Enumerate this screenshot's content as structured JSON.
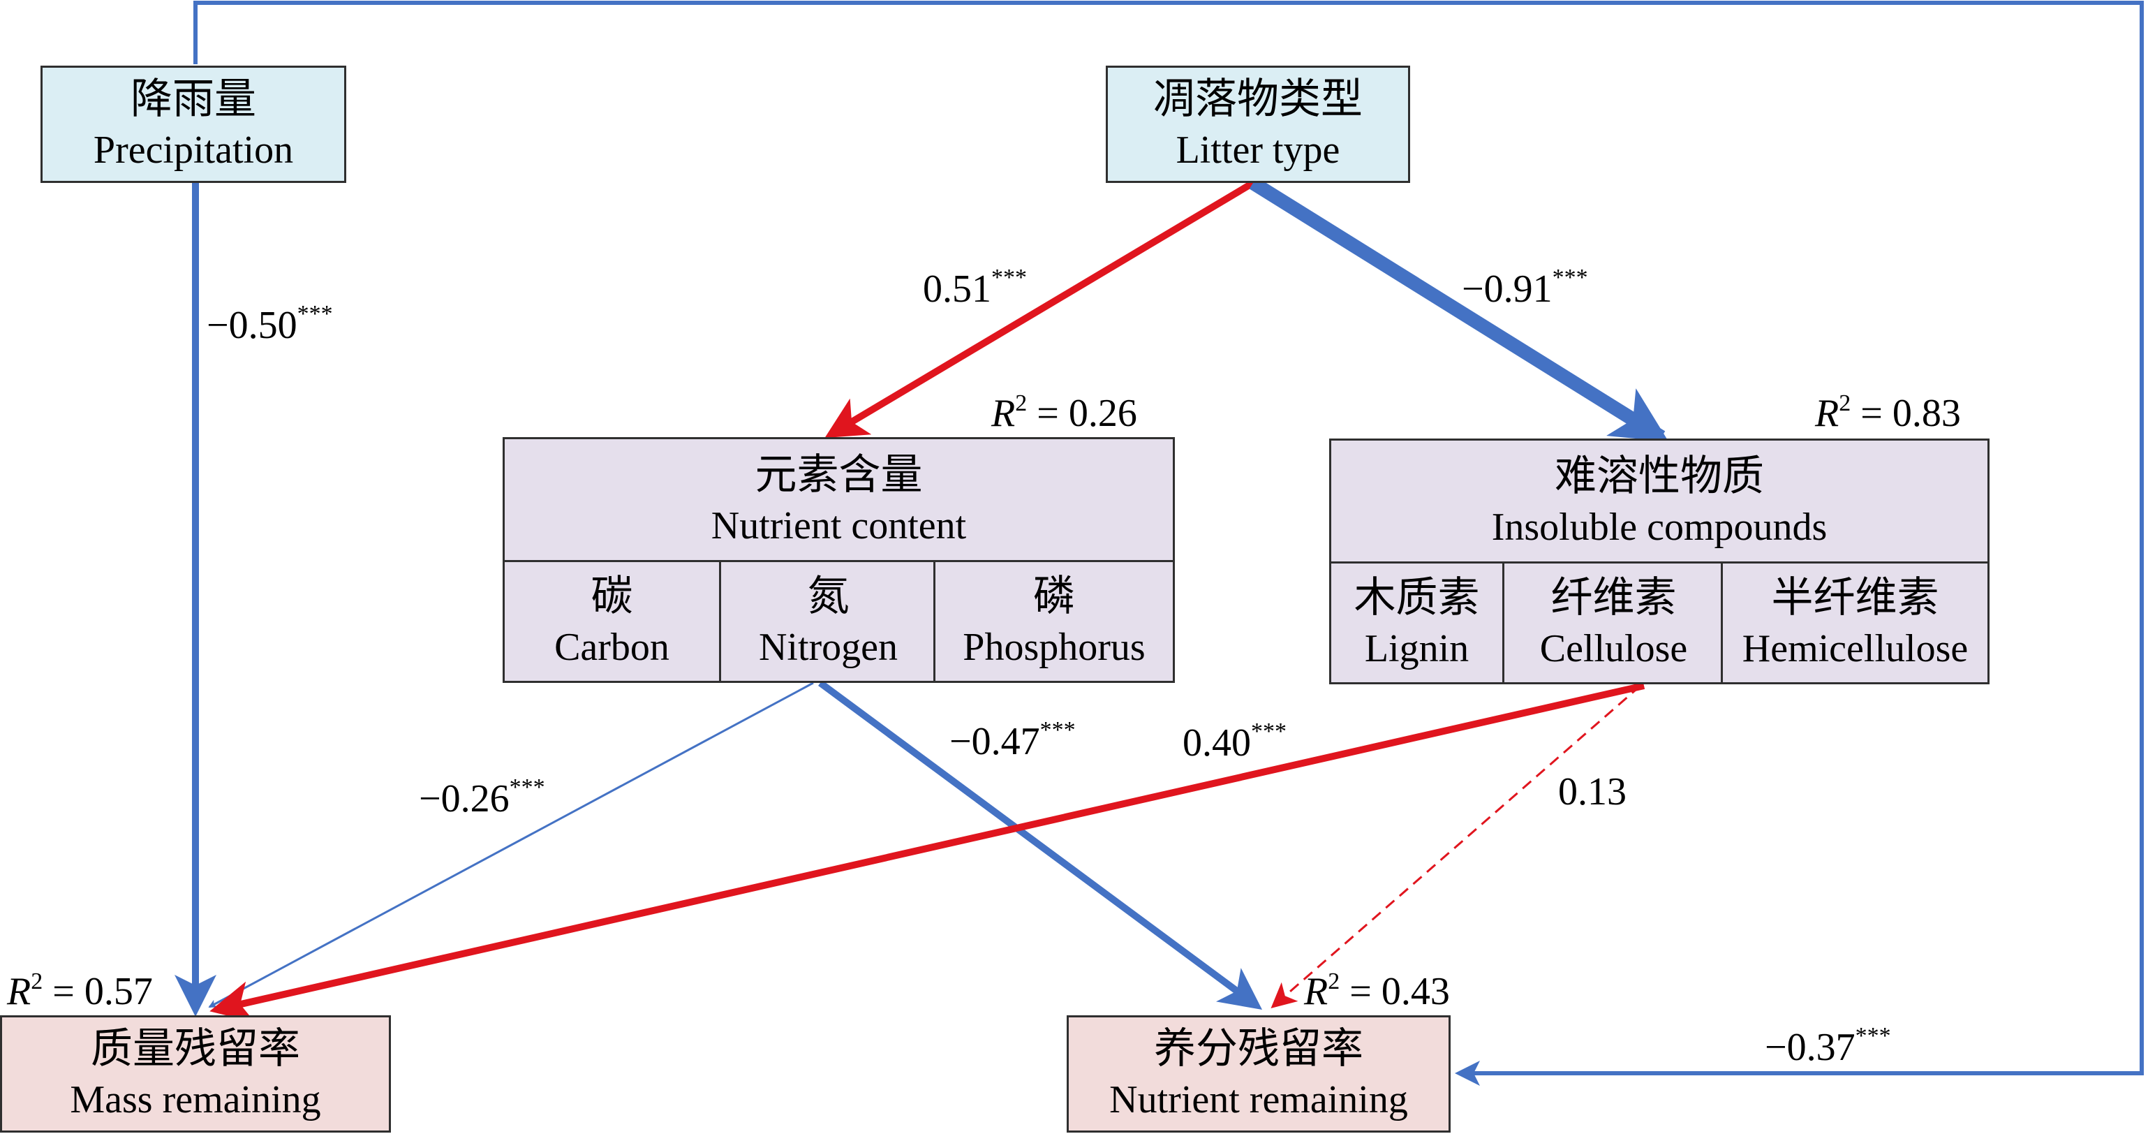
{
  "nodes": {
    "precipitation": {
      "zh": "降雨量",
      "en": "Precipitation"
    },
    "litter_type": {
      "zh": "凋落物类型",
      "en": "Litter type"
    },
    "nutrient_content": {
      "zh": "元素含量",
      "en": "Nutrient content",
      "r2": "0.26",
      "cells": [
        {
          "zh": "碳",
          "en": "Carbon"
        },
        {
          "zh": "氮",
          "en": "Nitrogen"
        },
        {
          "zh": "磷",
          "en": "Phosphorus"
        }
      ]
    },
    "insoluble_compounds": {
      "zh": "难溶性物质",
      "en": "Insoluble compounds",
      "r2": "0.83",
      "cells": [
        {
          "zh": "木质素",
          "en": "Lignin"
        },
        {
          "zh": "纤维素",
          "en": "Cellulose"
        },
        {
          "zh": "半纤维素",
          "en": "Hemicellulose"
        }
      ]
    },
    "mass_remaining": {
      "zh": "质量残留率",
      "en": "Mass remaining",
      "r2": "0.57"
    },
    "nutrient_remaining": {
      "zh": "养分残留率",
      "en": "Nutrient remaining",
      "r2": "0.43"
    }
  },
  "r2_symbol": "R",
  "r2_sup": "2",
  "r2_eq": " = ",
  "paths": [
    {
      "from": "precipitation",
      "to": "mass_remaining",
      "coef": "−0.50",
      "sig": "***",
      "sign": "negative"
    },
    {
      "from": "precipitation",
      "to": "nutrient_remaining",
      "coef": "−0.37",
      "sig": "***",
      "sign": "negative"
    },
    {
      "from": "litter_type",
      "to": "nutrient_content",
      "coef": "0.51",
      "sig": "***",
      "sign": "positive"
    },
    {
      "from": "litter_type",
      "to": "insoluble_compounds",
      "coef": "−0.91",
      "sig": "***",
      "sign": "negative"
    },
    {
      "from": "nutrient_content",
      "to": "mass_remaining",
      "coef": "−0.26",
      "sig": "***",
      "sign": "negative"
    },
    {
      "from": "nutrient_content",
      "to": "nutrient_remaining",
      "coef": "−0.47",
      "sig": "***",
      "sign": "negative"
    },
    {
      "from": "insoluble_compounds",
      "to": "mass_remaining",
      "coef": "0.40",
      "sig": "***",
      "sign": "positive"
    },
    {
      "from": "insoluble_compounds",
      "to": "nutrient_remaining",
      "coef": "0.13",
      "sig": "",
      "sign": "positive",
      "style": "dashed"
    }
  ],
  "colors": {
    "positive": "#e0151e",
    "negative": "#4472c4",
    "border": "#2f2f2f",
    "fill_blue": "#dbeef4",
    "fill_lilac": "#e5dfec",
    "fill_pink": "#f2dcdb"
  }
}
